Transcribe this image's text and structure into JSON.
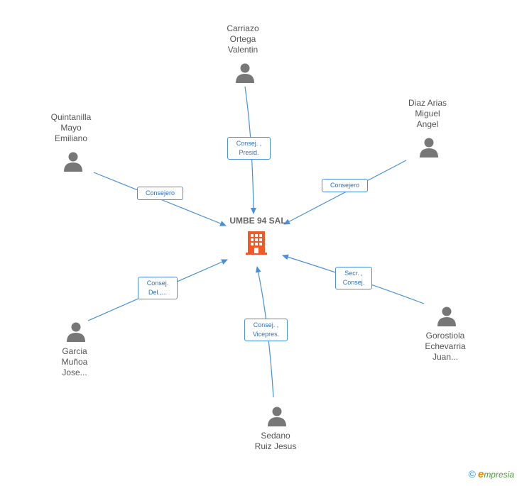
{
  "company": {
    "name": "UMBE 94 SAL"
  },
  "people": [
    {
      "id": "carriazo",
      "lines": [
        "Carriazo",
        "Ortega",
        "Valentin"
      ]
    },
    {
      "id": "quintanilla",
      "lines": [
        "Quintanilla",
        "Mayo",
        "Emiliano"
      ]
    },
    {
      "id": "diaz",
      "lines": [
        "Diaz Arias",
        "Miguel",
        "Angel"
      ]
    },
    {
      "id": "garcia",
      "lines": [
        "Garcia",
        "Muñoa",
        "Jose..."
      ]
    },
    {
      "id": "sedano",
      "lines": [
        "Sedano",
        "Ruiz Jesus"
      ]
    },
    {
      "id": "gorostiola",
      "lines": [
        "Gorostiola",
        "Echevarria",
        "Juan..."
      ]
    }
  ],
  "edges": [
    {
      "id": "carriazo",
      "lines": [
        "Consej. ,",
        "Presid."
      ]
    },
    {
      "id": "quintanilla",
      "lines": [
        "Consejero"
      ]
    },
    {
      "id": "diaz",
      "lines": [
        "Consejero"
      ]
    },
    {
      "id": "garcia",
      "lines": [
        "Consej.",
        "Del.,..."
      ]
    },
    {
      "id": "sedano",
      "lines": [
        "Consej. ,",
        "Vicepres."
      ]
    },
    {
      "id": "gorostiola",
      "lines": [
        "Secr. ,",
        "Consej."
      ]
    }
  ],
  "brand": {
    "symbol": "©",
    "initial": "e",
    "rest": "mpresia"
  },
  "colors": {
    "edge": "#4a90d9",
    "person": "#777777",
    "company": "#f05a28"
  }
}
